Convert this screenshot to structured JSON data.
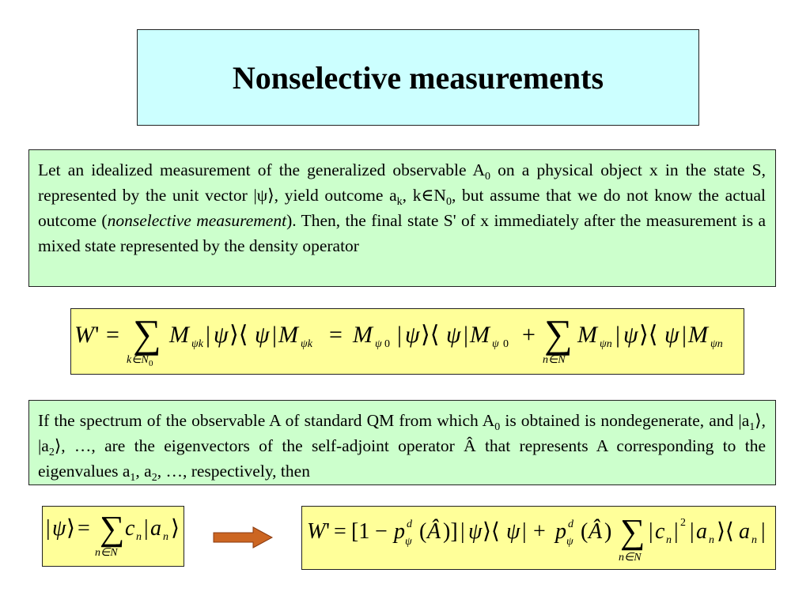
{
  "slide": {
    "title": "Nonselective measurements",
    "para1": {
      "t1": "Let an idealized measurement of the generalized observable A",
      "s1": "0",
      "t2": " on a physical object x in the state S, represented by the unit vector |ψ⟩, yield outcome a",
      "s2": "k",
      "t3": ", k∈N",
      "s3": "0",
      "t4": ", but assume that we do not know the actual outcome (",
      "em": "nonselective measurement",
      "t5": "). Then, the final state S' of x immediately after the measurement is a mixed state represented by the density operator"
    },
    "para2": {
      "t1": "If the spectrum of the observable A of standard QM from which A",
      "s1": "0",
      "t2": " is obtained is nondegenerate, and |a",
      "s2": "1",
      "t3": "⟩, |a",
      "s3": "2",
      "t4": "⟩, …, are the eigenvectors of the self-adjoint operator Â that represents A corresponding to the eigenvalues a",
      "s4": "1",
      "t5": ", a",
      "s5": "2",
      "t6": ", …, respectively, then"
    },
    "colors": {
      "title_bg": "#ccffff",
      "text_bg": "#ccffcc",
      "equation_bg": "#ffff99",
      "arrow": "#cc6622"
    },
    "icons": {
      "implies": "right-arrow-icon"
    }
  }
}
